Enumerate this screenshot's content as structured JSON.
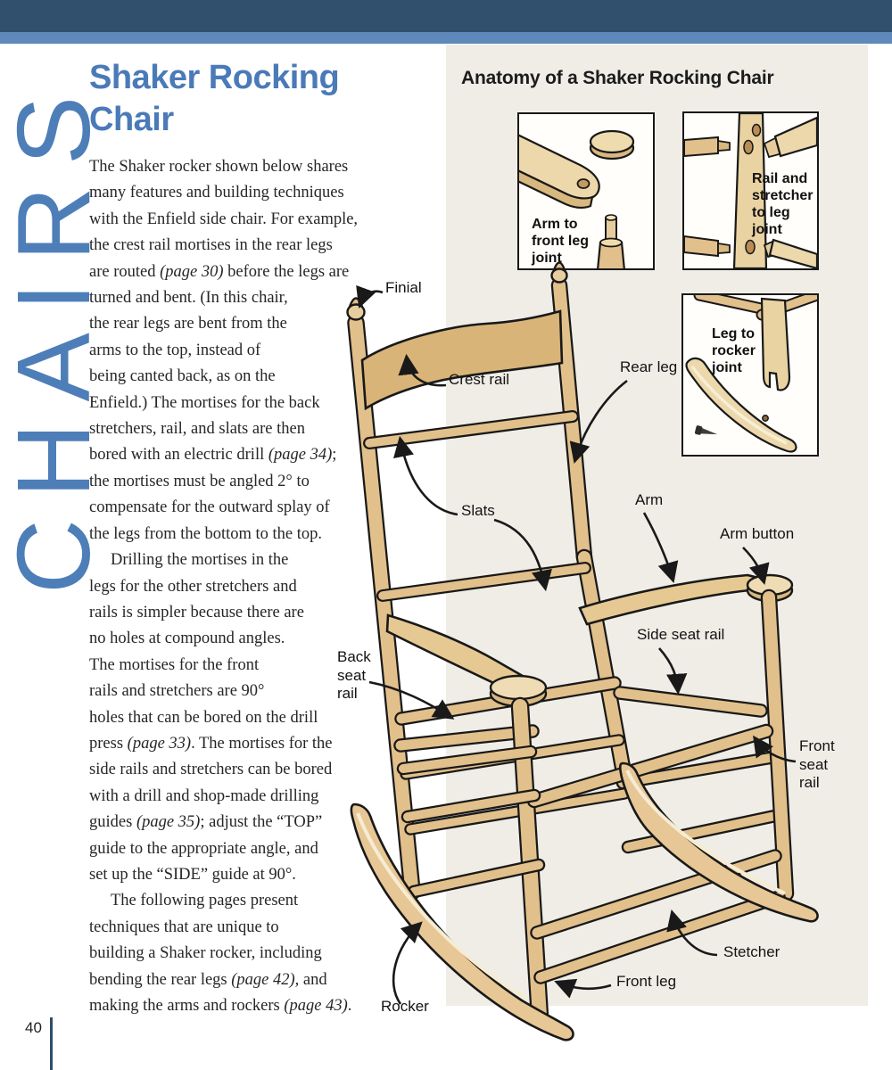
{
  "page": {
    "number": "40"
  },
  "masthead": {
    "vertical_label": "CHAIRS"
  },
  "article": {
    "title_lines": [
      "Shaker Rocking",
      "Chair"
    ],
    "body_lines": [
      {
        "s": [
          "The Shaker rocker shown below shares"
        ]
      },
      {
        "s": [
          "many features and building techniques"
        ]
      },
      {
        "s": [
          "with the Enfield side chair. For example,"
        ]
      },
      {
        "s": [
          "the crest rail mortises in the rear legs"
        ]
      },
      {
        "s": [
          "are routed ",
          {
            "i": "(page 30)"
          },
          " before the legs are"
        ]
      },
      {
        "s": [
          "turned and bent. (In this chair,"
        ]
      },
      {
        "s": [
          "the rear legs are bent from the"
        ]
      },
      {
        "s": [
          "arms to the top, instead of"
        ]
      },
      {
        "s": [
          "being canted back, as on the"
        ]
      },
      {
        "s": [
          "Enfield.) The mortises for the back"
        ]
      },
      {
        "s": [
          "stretchers, rail, and slats are then"
        ]
      },
      {
        "s": [
          "bored with an electric drill ",
          {
            "i": "(page 34)"
          },
          ";"
        ]
      },
      {
        "s": [
          "the mortises must be angled 2° to"
        ]
      },
      {
        "s": [
          "compensate for the outward splay of"
        ]
      },
      {
        "s": [
          "the legs from the bottom to the top."
        ]
      },
      {
        "s": [
          "Drilling the mortises in the"
        ],
        "ind": 1
      },
      {
        "s": [
          "legs for the other stretchers and"
        ]
      },
      {
        "s": [
          "rails is simpler because there are"
        ]
      },
      {
        "s": [
          "no holes at compound angles."
        ]
      },
      {
        "s": [
          "The mortises for the front"
        ]
      },
      {
        "s": [
          "rails and stretchers are 90°"
        ]
      },
      {
        "s": [
          "holes that can be bored on the drill"
        ]
      },
      {
        "s": [
          "press ",
          {
            "i": "(page 33)"
          },
          ". The mortises for the"
        ]
      },
      {
        "s": [
          "side rails and stretchers can be bored"
        ]
      },
      {
        "s": [
          "with a drill and shop-made drilling"
        ]
      },
      {
        "s": [
          "guides ",
          {
            "i": "(page 35)"
          },
          "; adjust the “TOP”"
        ]
      },
      {
        "s": [
          "guide to the appropriate angle, and"
        ]
      },
      {
        "s": [
          "set up the “SIDE” guide at 90°."
        ]
      },
      {
        "s": [
          "The following pages present"
        ],
        "ind": 1
      },
      {
        "s": [
          "techniques that are unique to"
        ]
      },
      {
        "s": [
          "building a Shaker rocker, including"
        ]
      },
      {
        "s": [
          "bending the rear legs ",
          {
            "i": "(page 42)"
          },
          ", and"
        ]
      },
      {
        "s": [
          "making the arms and rockers ",
          {
            "i": "(page 43)"
          },
          "."
        ]
      }
    ]
  },
  "anatomy": {
    "heading": "Anatomy of a Shaker Rocking Chair",
    "insets": [
      {
        "label_lines": [
          "Arm to",
          "front leg",
          "joint"
        ]
      },
      {
        "label_lines": [
          "Rail and",
          "stretcher",
          "to leg",
          "joint"
        ]
      },
      {
        "label_lines": [
          "Leg to",
          "rocker",
          "joint"
        ]
      }
    ],
    "labels": {
      "finial": "Finial",
      "crest_rail": "Crest rail",
      "rear_leg": "Rear leg",
      "slats": "Slats",
      "arm": "Arm",
      "arm_button": "Arm button",
      "side_seat_rail": "Side seat rail",
      "back_seat_rail": [
        "Back",
        "seat",
        "rail"
      ],
      "front_seat_rail": [
        "Front",
        "seat",
        "rail"
      ],
      "stetcher": "Stetcher",
      "front_leg": "Front leg",
      "rocker": "Rocker"
    }
  },
  "colors": {
    "top_bar_dark": "#31506e",
    "top_bar_light": "#5e89ba",
    "accent_blue": "#4a7ab8",
    "panel_bg": "#efede6",
    "body_text": "#262626",
    "wood_light": "#ecd8ab",
    "wood_mid": "#e2c08b",
    "wood_dark": "#c79b5e",
    "wood_cream": "#f7eed6",
    "outline": "#191919"
  }
}
